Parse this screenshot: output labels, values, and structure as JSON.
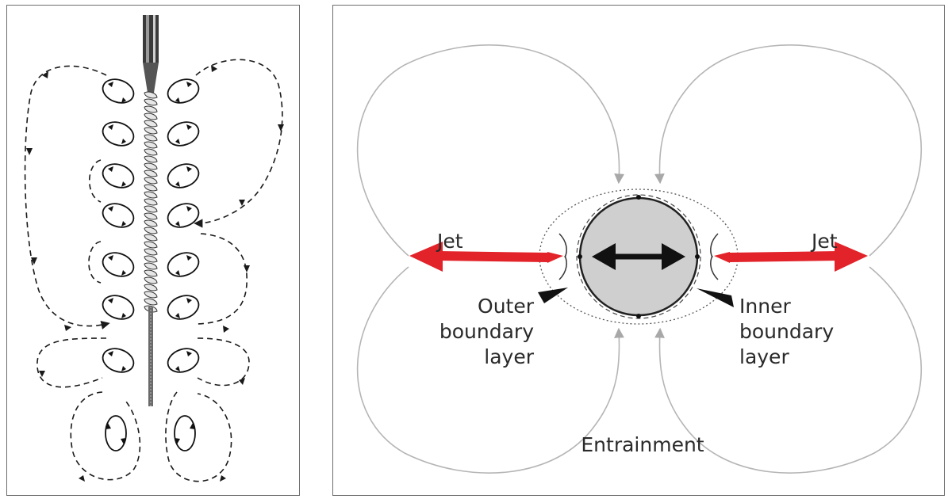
{
  "left_panel": {
    "description": ""
  },
  "right_panel": {
    "labels": {
      "jet_left": "Jet",
      "jet_right": "Jet",
      "outer_line1": "Outer",
      "outer_line2": "boundary",
      "outer_line3": "layer",
      "inner_line1": "Inner",
      "inner_line2": "boundary",
      "inner_line3": "layer",
      "entrainment": "Entrainment"
    }
  },
  "colors": {
    "jet_red": "#e2232a",
    "particle_fill": "#cfcfcf",
    "streamline_gray": "#b5b5b5",
    "ink": "#1a1a1a"
  }
}
